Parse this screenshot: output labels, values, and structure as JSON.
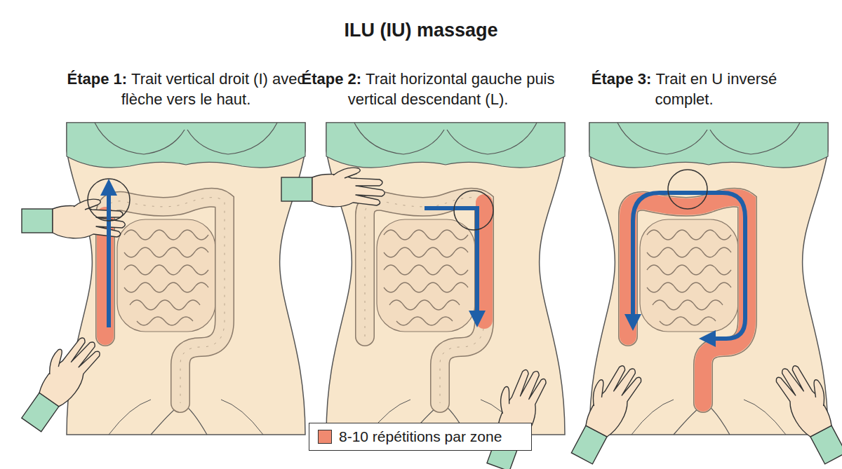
{
  "diagram": {
    "title": "ILU (IU) massage",
    "labels": [
      "Étape 1:",
      "Trait vertical droit (I) avec flèche vers le haut.",
      "Étape 2:",
      "Trait horizontal gauche puis vertical descendant (L).",
      "Étape 3:",
      "Trait en U inversé complet."
    ],
    "legend": [
      {
        "text": "8-10 répétitions par zone",
        "color": "#f08a70"
      }
    ]
  }
}
